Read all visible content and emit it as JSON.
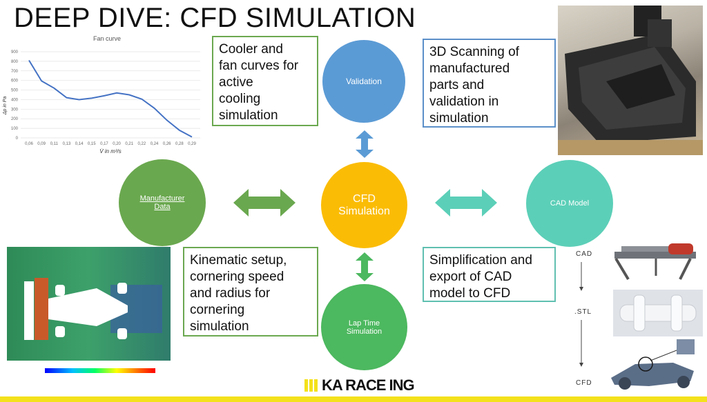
{
  "title": "DEEP DIVE: CFD SIMULATION",
  "chart_data": {
    "type": "line",
    "title": "Fan curve",
    "xlabel": "V̇ in m³/s",
    "ylabel": "Δp in Pa",
    "categories": [
      "0,06",
      "0,09",
      "0,11",
      "0,13",
      "0,14",
      "0,15",
      "0,17",
      "0,20",
      "0,21",
      "0,22",
      "0,24",
      "0,26",
      "0,28",
      "0,29"
    ],
    "values": [
      810,
      595,
      520,
      420,
      400,
      415,
      440,
      470,
      450,
      405,
      310,
      185,
      80,
      10
    ],
    "y_ticks": [
      "0",
      "100",
      "200",
      "300",
      "400",
      "500",
      "600",
      "700",
      "800",
      "900"
    ],
    "ylim": [
      0,
      900
    ],
    "grid": true,
    "color": "#4472c4"
  },
  "circles": {
    "validation": "Validation",
    "cfd": "CFD\nSimulation",
    "manufacturer": "Manufacturer\nData",
    "cad_model": "CAD Model",
    "lap_time": "Lap Time\nSimulation"
  },
  "boxes": {
    "cooler": "Cooler and\nfan curves for\nactive\ncooling\nsimulation",
    "scanning": "3D Scanning of\nmanufactured\nparts and\nvalidation in\nsimulation",
    "kinematic": "Kinematic setup,\ncornering speed\nand radius for\ncornering\nsimulation",
    "simplification": "Simplification and\nexport of CAD\nmodel to CFD"
  },
  "flow": {
    "cad": "CAD",
    "stl": ".STL",
    "cfd": "CFD"
  },
  "logo": "KA RACE ING",
  "colors": {
    "green": "#6aa84f",
    "blue": "#5b8fc9",
    "yellow": "#fbbc05",
    "teal": "#5ccfb8",
    "lap_green": "#4cb85f",
    "stripe": "#f4e11b"
  }
}
